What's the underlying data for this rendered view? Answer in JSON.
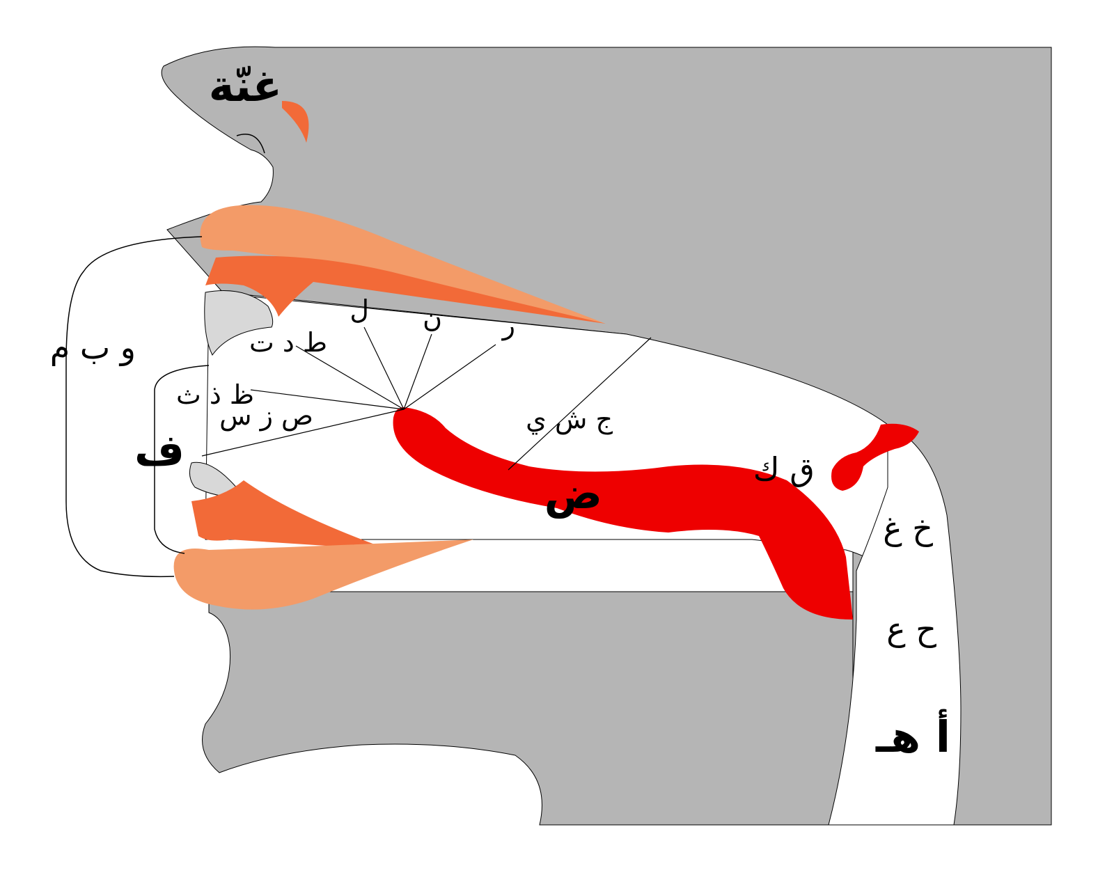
{
  "colors": {
    "background": "#ffffff",
    "head_gray": "#b5b5b5",
    "tongue_red": "#ee0000",
    "lip_light_orange": "#f39b68",
    "lip_dark_orange": "#f26a38",
    "teeth_light_gray": "#d8d8d8",
    "outline": "#000000"
  },
  "labels": {
    "nasal": "غنّة",
    "labial": "و ب م",
    "labiodental": "ف",
    "dental_interdental": "ظ ذ ث",
    "alveolar_stops": "ط د ت",
    "lam": "ل",
    "nun": "ن",
    "ra": "ر",
    "sibilants": "ص ز س",
    "palatal": "ج ش ي",
    "dad": "ض",
    "velar_uvular": "ق ك",
    "upper_pharynx": "خ غ",
    "mid_pharynx": "ح ع",
    "glottal": "أ هـ"
  }
}
